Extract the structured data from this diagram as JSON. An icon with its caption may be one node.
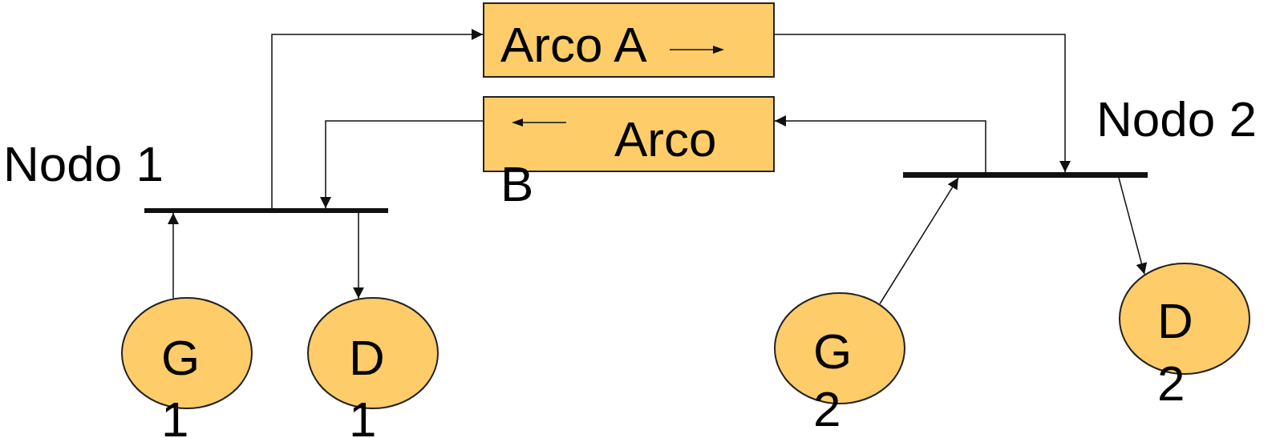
{
  "diagram": {
    "nodes": [
      {
        "text": [
          "Arco A"
        ]
      },
      {
        "text": [
          "Arco B"
        ]
      },
      {
        "text": [],
        "shape": "bar",
        "beside": [
          "Nodo 1"
        ]
      },
      {
        "text": [],
        "shape": "bar",
        "beside": [
          "Nodo 2"
        ]
      },
      {
        "text": [
          "G 1"
        ]
      },
      {
        "text": [
          "D 1"
        ]
      },
      {
        "text": [
          "G 2"
        ]
      },
      {
        "text": [
          "D 2"
        ]
      }
    ],
    "edges": [
      {
        "from": 2,
        "to": 0,
        "arrow": "to"
      },
      {
        "from": 0,
        "to": 3,
        "arrow": "to"
      },
      {
        "from": 3,
        "to": 1,
        "arrow": "to"
      },
      {
        "from": 1,
        "to": 2,
        "arrow": "to"
      },
      {
        "from": 4,
        "to": 2,
        "arrow": "to"
      },
      {
        "from": 2,
        "to": 5,
        "arrow": "to"
      },
      {
        "from": 6,
        "to": 3,
        "arrow": "to"
      },
      {
        "from": 3,
        "to": 7,
        "arrow": "to"
      }
    ]
  }
}
